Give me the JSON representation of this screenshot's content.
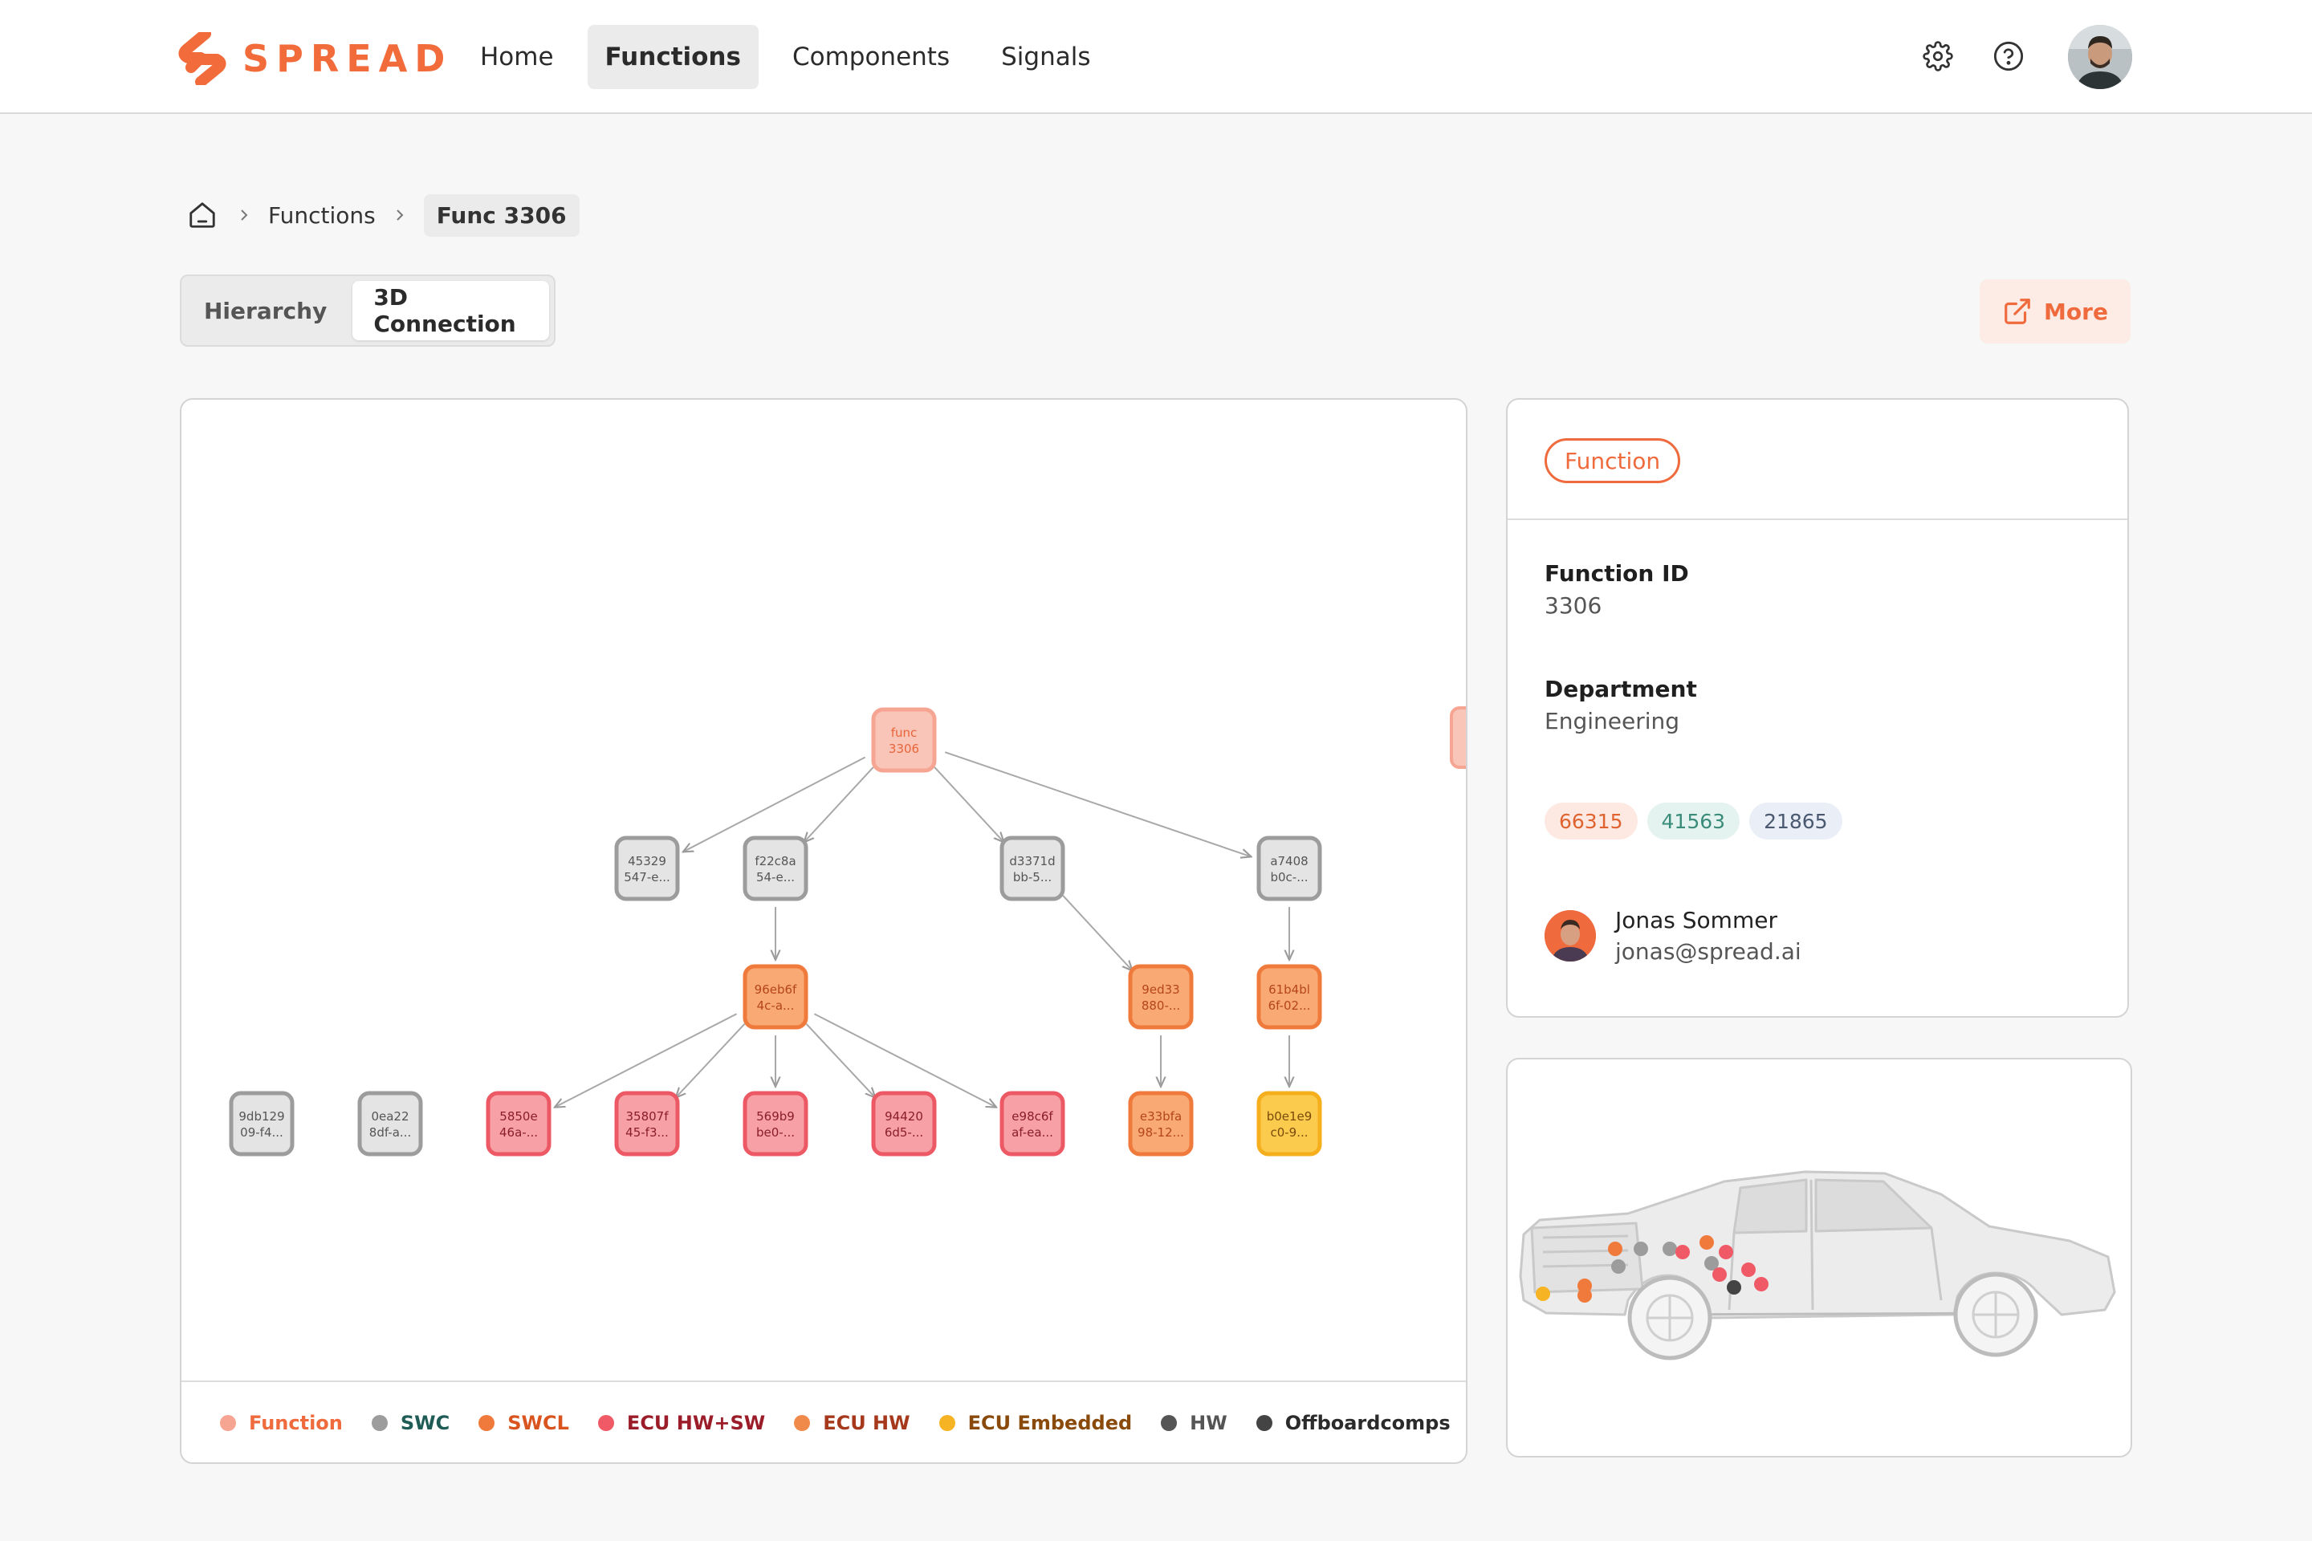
{
  "brand": {
    "name": "SPREAD",
    "color": "#f26b3a"
  },
  "nav": {
    "items": [
      {
        "label": "Home",
        "active": false
      },
      {
        "label": "Functions",
        "active": true
      },
      {
        "label": "Components",
        "active": false
      },
      {
        "label": "Signals",
        "active": false
      }
    ],
    "icons": [
      "gear-icon",
      "help-icon",
      "avatar"
    ]
  },
  "breadcrumb": {
    "home_icon": "home-icon",
    "items": [
      "Functions"
    ],
    "current": "Func 3306"
  },
  "view_tabs": {
    "items": [
      "Hierarchy",
      "3D Connection"
    ],
    "active": "3D Connection"
  },
  "more_button": {
    "label": "More",
    "icon": "external-link-icon"
  },
  "graph": {
    "nodes": [
      {
        "id": "func",
        "line1": "func",
        "line2": "3306",
        "type": "function"
      },
      {
        "id": "n45329",
        "line1": "45329",
        "line2": "547-e...",
        "type": "swc"
      },
      {
        "id": "nf22c8a",
        "line1": "f22c8a",
        "line2": "54-e...",
        "type": "swc"
      },
      {
        "id": "nd3371d",
        "line1": "d3371d",
        "line2": "bb-5...",
        "type": "swc"
      },
      {
        "id": "na7408",
        "line1": "a7408",
        "line2": "b0c-...",
        "type": "swc"
      },
      {
        "id": "n96eb6f",
        "line1": "96eb6f",
        "line2": "4c-a...",
        "type": "swcl"
      },
      {
        "id": "n9ed33",
        "line1": "9ed33",
        "line2": "880-...",
        "type": "swcl"
      },
      {
        "id": "n61b4bl",
        "line1": "61b4bl",
        "line2": "6f-02...",
        "type": "swcl"
      },
      {
        "id": "n9db129",
        "line1": "9db129",
        "line2": "09-f4...",
        "type": "swc"
      },
      {
        "id": "n0ea22",
        "line1": "0ea22",
        "line2": "8df-a...",
        "type": "swc"
      },
      {
        "id": "n5850e",
        "line1": "5850e",
        "line2": "46a-...",
        "type": "ecu_hw_sw"
      },
      {
        "id": "n35807f",
        "line1": "35807f",
        "line2": "45-f3...",
        "type": "ecu_hw_sw"
      },
      {
        "id": "n569b9",
        "line1": "569b9",
        "line2": "be0-...",
        "type": "ecu_hw_sw"
      },
      {
        "id": "n94420",
        "line1": "94420",
        "line2": "6d5-...",
        "type": "ecu_hw_sw"
      },
      {
        "id": "ne98c6f",
        "line1": "e98c6f",
        "line2": "af-ea...",
        "type": "ecu_hw_sw"
      },
      {
        "id": "ne33bfa",
        "line1": "e33bfa",
        "line2": "98-12...",
        "type": "swcl"
      },
      {
        "id": "nb0e1e9",
        "line1": "b0e1e9",
        "line2": "c0-9...",
        "type": "ecu_embedded"
      }
    ],
    "edges": [
      [
        "func",
        "n45329"
      ],
      [
        "func",
        "nf22c8a"
      ],
      [
        "func",
        "nd3371d"
      ],
      [
        "func",
        "na7408"
      ],
      [
        "nf22c8a",
        "n96eb6f"
      ],
      [
        "nd3371d",
        "n9ed33"
      ],
      [
        "na7408",
        "n61b4bl"
      ],
      [
        "n96eb6f",
        "n5850e"
      ],
      [
        "n96eb6f",
        "n35807f"
      ],
      [
        "n96eb6f",
        "n569b9"
      ],
      [
        "n96eb6f",
        "n94420"
      ],
      [
        "n96eb6f",
        "ne98c6f"
      ],
      [
        "n9ed33",
        "ne33bfa"
      ],
      [
        "n61b4bl",
        "nb0e1e9"
      ]
    ]
  },
  "legend": [
    {
      "label": "Function",
      "dot": "#f6a593",
      "text": "#ef6a3c"
    },
    {
      "label": "SWC",
      "dot": "#9c9c9c",
      "text": "#1f5c56"
    },
    {
      "label": "SWCL",
      "dot": "#f07a3c",
      "text": "#d9541e"
    },
    {
      "label": "ECU HW+SW",
      "dot": "#ef5a66",
      "text": "#9c1d2a"
    },
    {
      "label": "ECU HW",
      "dot": "#f08a4b",
      "text": "#a6381b"
    },
    {
      "label": "ECU Embedded",
      "dot": "#f6b324",
      "text": "#8a4a0c"
    },
    {
      "label": "HW",
      "dot": "#555555",
      "text": "#555555"
    },
    {
      "label": "Offboardcomps",
      "dot": "#444444",
      "text": "#2b2b2b"
    }
  ],
  "details": {
    "type_label": "Function",
    "function_id_label": "Function ID",
    "function_id": "3306",
    "department_label": "Department",
    "department": "Engineering",
    "tags": [
      {
        "label": "66315",
        "bg": "#fde9e2",
        "color": "#e0622f"
      },
      {
        "label": "41563",
        "bg": "#e4f3ef",
        "color": "#3a8c7a"
      },
      {
        "label": "21865",
        "bg": "#e9eef7",
        "color": "#4a5870"
      }
    ],
    "owner": {
      "name": "Jonas Sommer",
      "email": "jonas@spread.ai"
    }
  },
  "car_view": {
    "image": "car-xray-image",
    "markers": [
      "#f07a3c",
      "#9c9c9c",
      "#ef5a66",
      "#f6b324",
      "#555555"
    ]
  }
}
